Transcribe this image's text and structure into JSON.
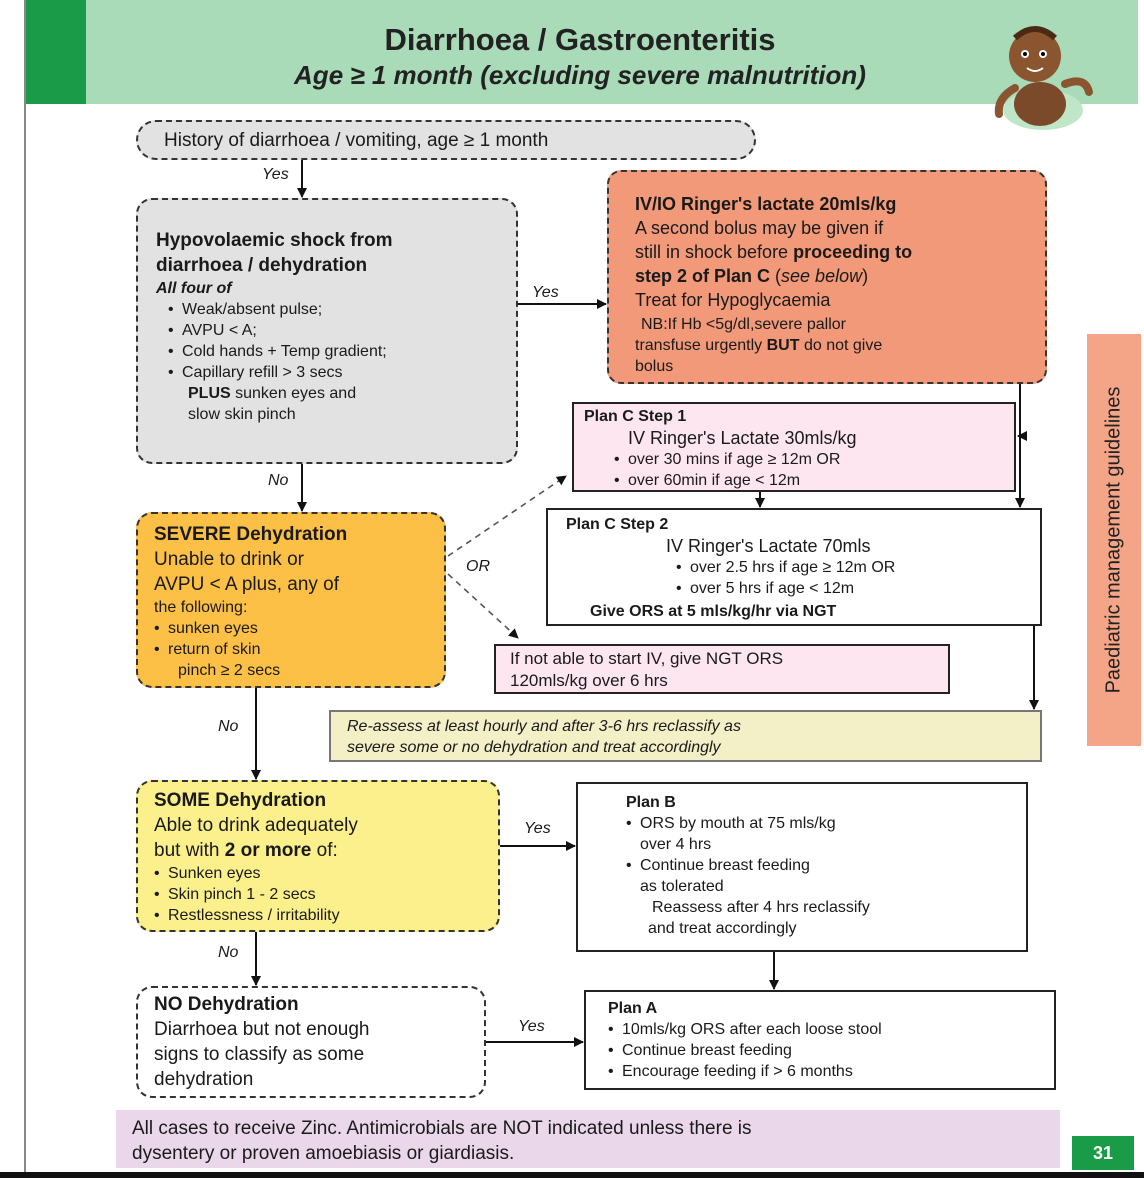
{
  "header": {
    "title": "Diarrhoea / Gastroenteritis",
    "subtitle": "Age ≥ 1 month (excluding severe malnutrition)"
  },
  "side_label": "Paediatric management guidelines",
  "page_number": "31",
  "start": "History of diarrhoea / vomiting, age ≥ 1 month",
  "shock": {
    "title1": "Hypovolaemic shock from",
    "title2": "diarrhoea / dehydration",
    "all_four": "All four of",
    "items": [
      "Weak/absent pulse;",
      "AVPU < A;",
      "Cold hands + Temp gradient;",
      "Capillary refill > 3 secs"
    ],
    "plus_bold": "PLUS",
    "plus_rest1": " sunken eyes and",
    "plus_rest2": "slow skin pinch"
  },
  "iv_box": {
    "title": "IV/IO Ringer's lactate 20mls/kg",
    "l1": "A second bolus may be given if",
    "l2_a": "still in shock before ",
    "l2_b": "proceeding to",
    "l3_a": "step 2 of Plan C",
    "l3_b": " (",
    "l3_c": "see below",
    "l3_d": ")",
    "l4": "Treat for Hypoglycaemia",
    "nb1": "NB:If Hb <5g/dl,severe pallor",
    "nb2_a": "transfuse urgently ",
    "nb2_b": "BUT",
    "nb2_c": " do not give",
    "nb3": "bolus"
  },
  "planc1": {
    "title": "Plan C Step 1",
    "l1": "IV Ringer's Lactate 30mls/kg",
    "items": [
      "over 30 mins if age ≥ 12m OR",
      "over 60min if age < 12m"
    ]
  },
  "planc2": {
    "title": "Plan C Step 2",
    "l1": "IV Ringer's Lactate 70mls",
    "items": [
      "over 2.5 hrs if age ≥ 12m OR",
      "over 5 hrs if age < 12m"
    ],
    "ors": "Give ORS at 5 mls/kg/hr via NGT"
  },
  "ngt": {
    "l1": "If not able to start IV, give NGT ORS",
    "l2": "120mls/kg over 6 hrs"
  },
  "reassess": {
    "l1": "Re-assess at least hourly and after 3-6 hrs reclassify as",
    "l2": "severe some or no dehydration and treat accordingly"
  },
  "severe": {
    "title_b": "SEVERE",
    "title_r": " Dehydration",
    "l1": "Unable to drink or",
    "l2": "AVPU < A plus, any of",
    "l3": "the following:",
    "items": [
      "sunken eyes",
      "return of skin"
    ],
    "l4": "pinch ≥ 2 secs"
  },
  "some": {
    "title_b": "SOME",
    "title_r": " Dehydration",
    "l1": "Able to drink adequately",
    "l2_a": "but with ",
    "l2_b": "2 or more",
    "l2_c": " of:",
    "items": [
      "Sunken eyes",
      "Skin pinch 1 - 2 secs",
      "Restlessness / irritability"
    ]
  },
  "planb": {
    "title": "Plan B",
    "i1a": "ORS by mouth at 75 mls/kg",
    "i1b": "over 4 hrs",
    "i2a": "Continue breast feeding",
    "i2b": "as tolerated",
    "r1": "Reassess after 4 hrs reclassify",
    "r2": "and treat accordingly"
  },
  "none": {
    "title": "NO Dehydration",
    "l1": "Diarrhoea but not enough",
    "l2": "signs to classify as some",
    "l3": "dehydration"
  },
  "plana": {
    "title": "Plan A",
    "items": [
      "10mls/kg ORS after each loose stool",
      "Continue breast feeding",
      "Encourage feeding if > 6 months"
    ]
  },
  "footer": {
    "l1": "All cases to receive Zinc. Antimicrobials are NOT indicated unless there is",
    "l2": "dysentery or proven amoebiasis or giardiasis."
  },
  "labels": {
    "yes": "Yes",
    "no": "No",
    "or": "OR"
  },
  "colors": {
    "header_bg": "#a9dbb8",
    "header_green": "#1a9b48",
    "shock_bg": "#e2e2e2",
    "iv_bg": "#f2997a",
    "planc1_bg": "#fde6ef",
    "ngt_bg": "#fde6ef",
    "reassess_bg": "#f3efc7",
    "severe_bg": "#fcc046",
    "some_bg": "#fbf08b",
    "side_bg": "#f4a487",
    "footer_bg": "#ead7ea",
    "page_num_bg": "#1a9b48"
  }
}
